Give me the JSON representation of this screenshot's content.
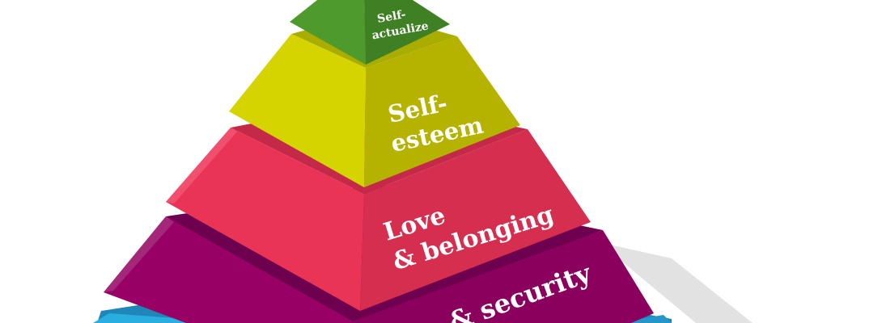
{
  "diagram": {
    "type": "pyramid",
    "tiers": [
      {
        "lines": [
          "Self-",
          "actualize"
        ],
        "colors": {
          "top": "#3d7a22",
          "left": "#4f9a2c",
          "right": "#3f8024"
        }
      },
      {
        "lines": [
          "Self-",
          "esteem"
        ],
        "colors": {
          "top": "#a9ad00",
          "left": "#d6d400",
          "right": "#b5b300"
        }
      },
      {
        "lines": [
          "Love",
          "& belonging"
        ],
        "colors": {
          "top": "#c42a48",
          "left": "#ea3456",
          "right": "#d52e4e"
        }
      },
      {
        "lines": [
          "& security"
        ],
        "colors": {
          "top": "#6e0050",
          "left": "#980066",
          "right": "#8a005c"
        }
      },
      {
        "lines": [],
        "colors": {
          "top": "#1e86b8",
          "left": "#2aaee0",
          "right": "#2496c8"
        }
      }
    ],
    "shadow_color": "#e2e2e2"
  }
}
